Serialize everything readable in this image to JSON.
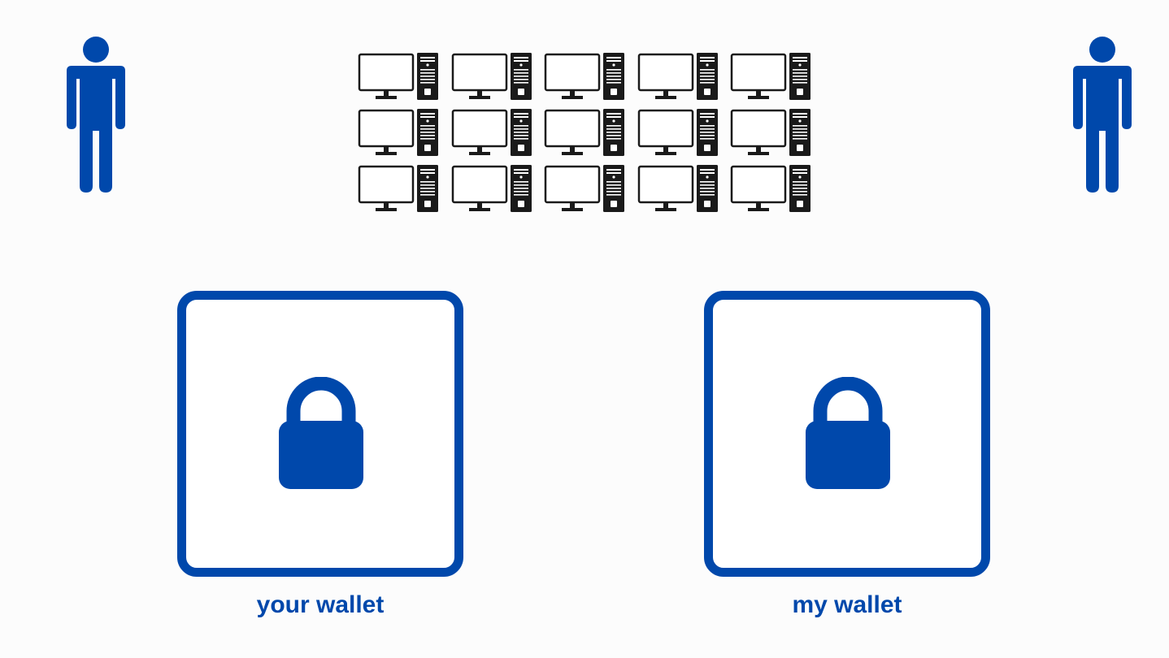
{
  "colors": {
    "accent": "#0048ab",
    "computer": "#1a1a1a",
    "background": "#fcfcfc"
  },
  "icons": {
    "person": "person-icon",
    "computer": "computer-icon",
    "lock": "lock-icon"
  },
  "network": {
    "rows": 3,
    "columns": 5
  },
  "wallets": [
    {
      "label": "your wallet"
    },
    {
      "label": "my wallet"
    }
  ]
}
